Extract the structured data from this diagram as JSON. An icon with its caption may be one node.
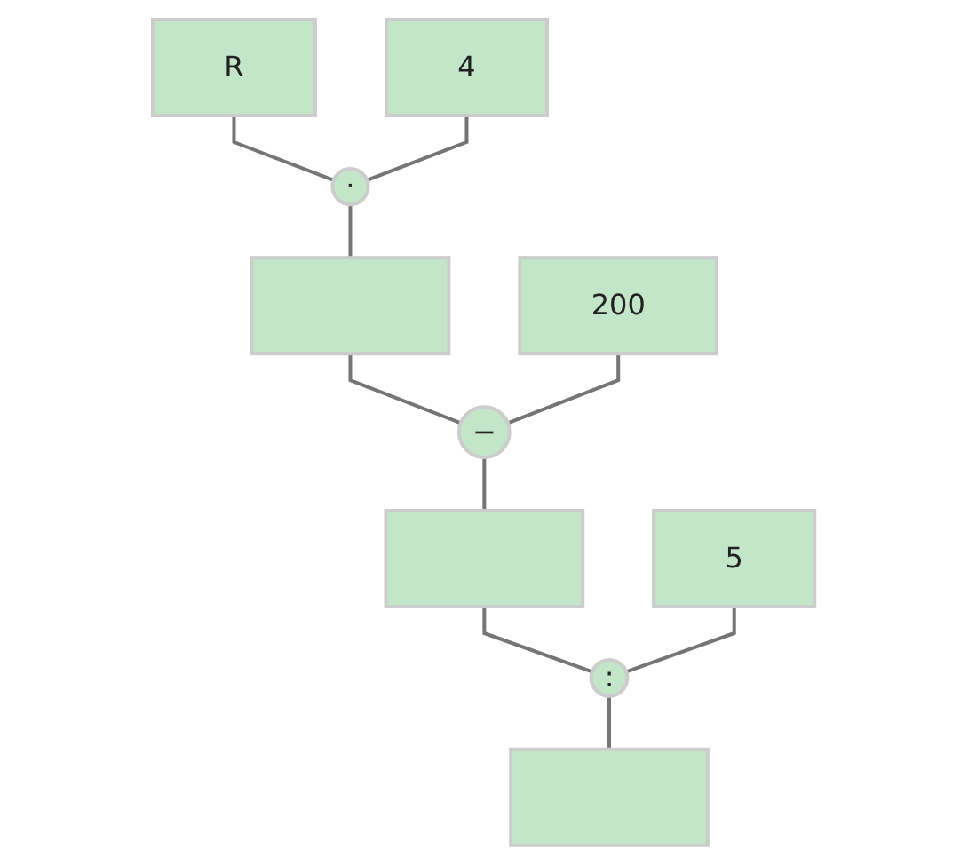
{
  "diagram": {
    "nodes": [
      {
        "text": [
          "R"
        ]
      },
      {
        "text": [
          "4"
        ]
      },
      {
        "text": [
          "200"
        ]
      },
      {
        "text": [
          "5"
        ]
      },
      {
        "text": [
          "·"
        ]
      },
      {
        "text": [],
        "shape": "box"
      },
      {
        "text": [
          "−"
        ]
      },
      {
        "text": [],
        "shape": "box"
      },
      {
        "text": [
          ":"
        ]
      },
      {
        "text": [],
        "shape": "box"
      }
    ],
    "edges": [
      {
        "from": 0,
        "to": 4,
        "arrow": "none"
      },
      {
        "from": 1,
        "to": 4,
        "arrow": "none"
      },
      {
        "from": 4,
        "to": 5,
        "arrow": "none"
      },
      {
        "from": 5,
        "to": 6,
        "arrow": "none"
      },
      {
        "from": 2,
        "to": 6,
        "arrow": "none"
      },
      {
        "from": 6,
        "to": 7,
        "arrow": "none"
      },
      {
        "from": 7,
        "to": 8,
        "arrow": "none"
      },
      {
        "from": 3,
        "to": 8,
        "arrow": "none"
      },
      {
        "from": 8,
        "to": 9,
        "arrow": "none"
      }
    ]
  }
}
